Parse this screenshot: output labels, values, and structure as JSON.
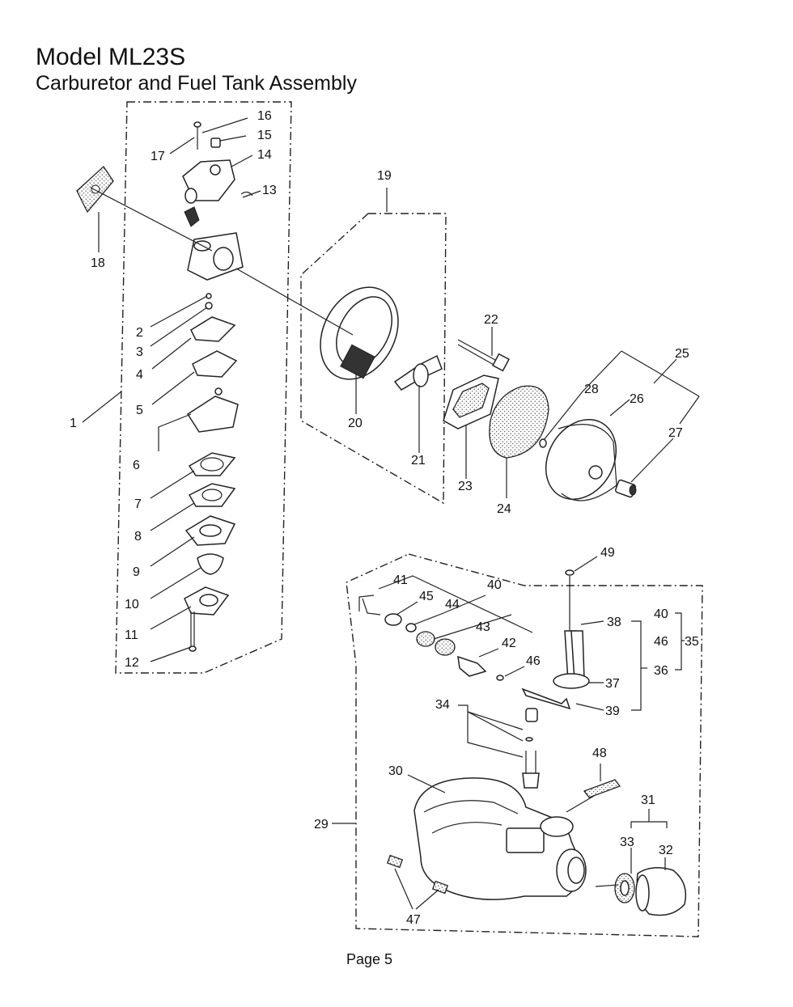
{
  "header": {
    "model": "Model ML23S",
    "subtitle": "Carburetor and Fuel Tank Assembly"
  },
  "footer": {
    "page": "Page 5"
  },
  "callouts": {
    "c1": "1",
    "c2": "2",
    "c3": "3",
    "c4": "4",
    "c5": "5",
    "c6": "6",
    "c7": "7",
    "c8": "8",
    "c9": "9",
    "c10": "10",
    "c11": "11",
    "c12": "12",
    "c13": "13",
    "c14": "14",
    "c15": "15",
    "c16": "16",
    "c17": "17",
    "c18": "18",
    "c19": "19",
    "c20": "20",
    "c21": "21",
    "c22": "22",
    "c23": "23",
    "c24": "24",
    "c25": "25",
    "c26": "26",
    "c27": "27",
    "c28": "28",
    "c29": "29",
    "c30": "30",
    "c31": "31",
    "c32": "32",
    "c33": "33",
    "c34": "34",
    "c35": "35",
    "c36": "36",
    "c37": "37",
    "c38": "38",
    "c39": "39",
    "c40": "40",
    "c40b": "40",
    "c41": "41",
    "c42": "42",
    "c43": "43",
    "c44": "44",
    "c45": "45",
    "c46": "46",
    "c46b": "46",
    "c47": "47",
    "c48": "48",
    "c49": "49"
  }
}
